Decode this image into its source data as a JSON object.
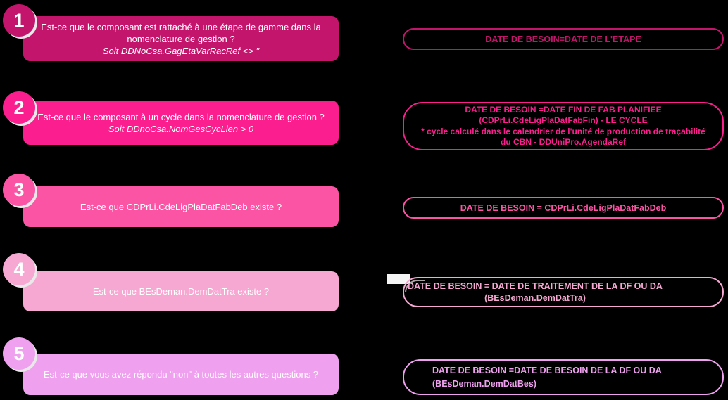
{
  "background": "#000000",
  "rows": [
    {
      "number": "1",
      "color": "#c4156d",
      "question_lines": [
        "Est-ce que le composant est rattaché à une étape de gamme dans la",
        "nomenclature de gestion ?"
      ],
      "question_italic": "Soit DDNoCsa.GagEtaVarRacRef <> \"",
      "answer_lines": [
        "DATE DE BESOIN=DATE DE L'ETAPE"
      ]
    },
    {
      "number": "2",
      "color": "#fb1e8e",
      "question_lines": [
        "Est-ce que le composant à un cycle dans la nomenclature de gestion ?"
      ],
      "question_italic": "Soit DDnoCsa.NomGesCycLien > 0",
      "answer_lines": [
        "DATE DE BESOIN =DATE FIN DE FAB PLANIFIEE",
        "(CDPrLi.CdeLigPlaDatFabFin) - LE CYCLE",
        "* cycle calculé dans le calendrier de l'unité de production de traçabilité",
        "du CBN - DDUniPro.AgendaRef"
      ]
    },
    {
      "number": "3",
      "color": "#fb54a5",
      "question_lines": [
        "Est-ce que CDPrLi.CdeLigPlaDatFabDeb existe ?"
      ],
      "answer_lines": [
        "DATE DE BESOIN = CDPrLi.CdeLigPlaDatFabDeb"
      ]
    },
    {
      "number": "4",
      "color": "#f6a8d2",
      "question_lines": [
        "Est-ce que BEsDeman.DemDatTra existe ?"
      ],
      "answer_lines": [
        "DATE DE BESOIN = DATE DE TRAITEMENT DE LA DF OU DA",
        "(BEsDeman.DemDatTra)"
      ]
    },
    {
      "number": "5",
      "color": "#efa0ef",
      "question_lines": [
        "Est-ce que vous avez répondu \"non\" à toutes les autres questions ?"
      ],
      "answer_lines": [
        "DATE DE BESOIN =DATE DE BESOIN DE LA DF OU DA",
        "(BEsDeman.DemDatBes)"
      ]
    }
  ]
}
